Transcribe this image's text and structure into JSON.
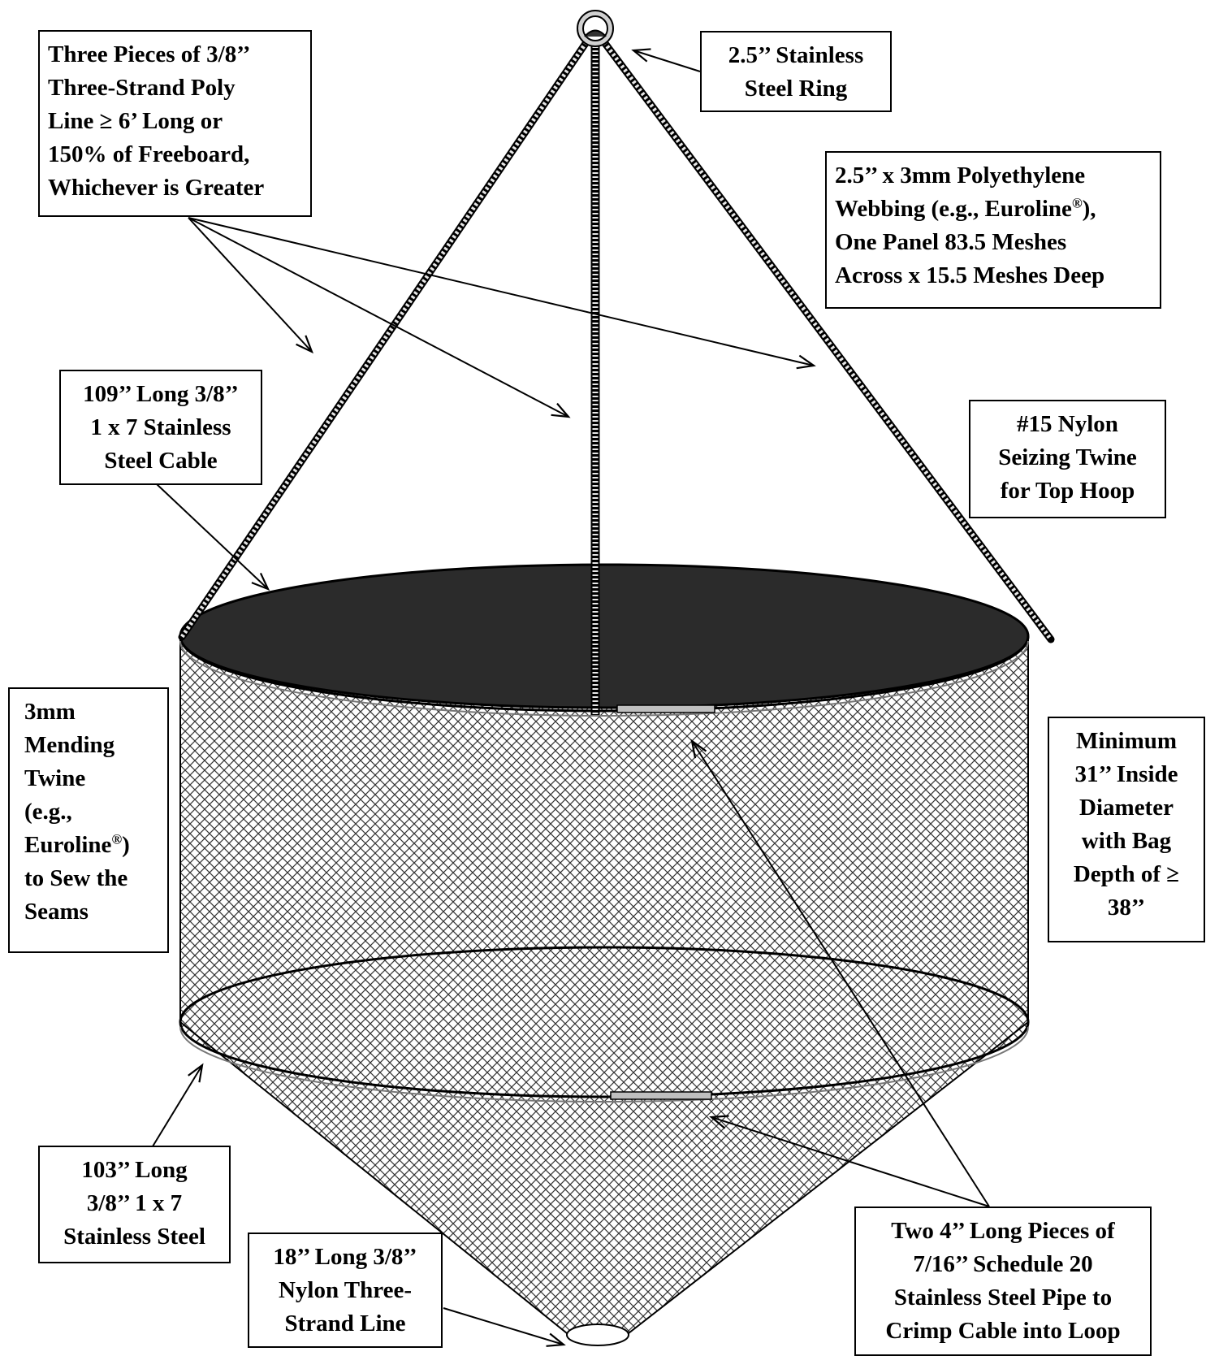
{
  "labels": {
    "poly_line": [
      "Three Pieces of 3/8’’",
      "Three-Strand Poly",
      "Line ≥ 6’ Long or",
      "150% of Freeboard,",
      "Whichever is Greater"
    ],
    "ring": [
      "2.5’’ Stainless",
      "Steel Ring"
    ],
    "webbing": {
      "line1": "2.5’’ x 3mm Polyethylene",
      "line2_pre": "Webbing (e.g., Euroline",
      "line2_sup": "®",
      "line2_post": "),",
      "line3": "One Panel 83.5 Meshes",
      "line4": "Across x 15.5 Meshes Deep"
    },
    "top_cable": [
      "109’’ Long 3/8’’",
      "1 x 7 Stainless",
      "Steel Cable"
    ],
    "seizing_twine": [
      "#15 Nylon",
      "Seizing Twine",
      "for Top Hoop"
    ],
    "mending_twine": {
      "line1": "3mm",
      "line2": "Mending",
      "line3": "Twine",
      "line4": "(e.g.,",
      "line5_pre": "Euroline",
      "line5_sup": "®",
      "line5_post": ")",
      "line6": "to Sew the",
      "line7": "Seams"
    },
    "diameter": [
      "Minimum",
      "31’’ Inside",
      "Diameter",
      "with Bag",
      "Depth of ≥",
      "38’’"
    ],
    "bottom_cable": [
      "103’’ Long",
      "3/8’’ 1 x 7",
      "Stainless Steel"
    ],
    "nylon_line": [
      "18’’ Long 3/8’’",
      "Nylon Three-",
      "Strand Line"
    ],
    "pipe": [
      "Two 4’’ Long Pieces of",
      "7/16’’ Schedule 20",
      "Stainless Steel Pipe to",
      "Crimp Cable into Loop"
    ]
  },
  "colors": {
    "line": "#000000",
    "net_interior": "#2b2b2b",
    "mesh": "#333333",
    "rope_light": "#d9d9d9",
    "pipe": "#bfbfbf"
  }
}
